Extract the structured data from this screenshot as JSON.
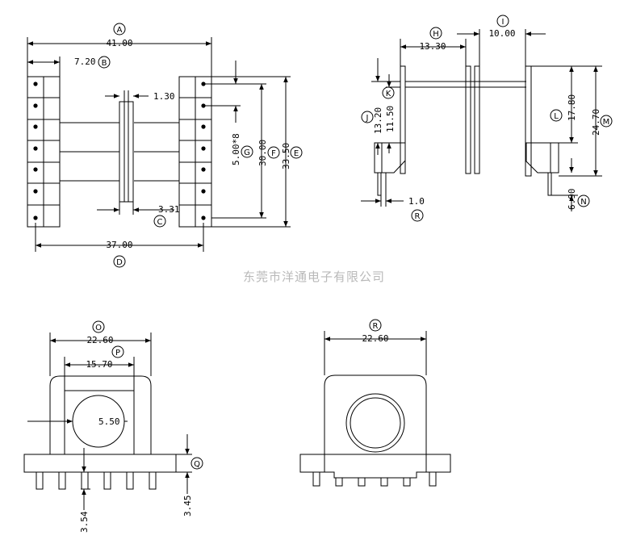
{
  "watermark": "东莞市洋通电子有限公司",
  "labels": {
    "A": "A",
    "B": "B",
    "C": "C",
    "D": "D",
    "E": "E",
    "F": "F",
    "G": "G",
    "H": "H",
    "I": "I",
    "J": "J",
    "K": "K",
    "L": "L",
    "M": "M",
    "N": "N",
    "O": "O",
    "P": "P",
    "Q": "Q",
    "R": "R"
  },
  "dims": {
    "A": "41.00",
    "B": "7.20",
    "pin_w": "1.30",
    "C": "3.31",
    "D": "37.00",
    "G": "5.00*8",
    "F": "30.00",
    "E": "33.50",
    "H": "13.30",
    "I": "10.00",
    "J": "13.20",
    "K": "11.50",
    "L": "17.80",
    "M": "24.70",
    "N": "6.90",
    "R": "1.0",
    "O": "22.60",
    "P": "15.70",
    "hole": "5.50",
    "Q": "3.45",
    "pin_len": "3.54",
    "R_width": "22.60"
  }
}
